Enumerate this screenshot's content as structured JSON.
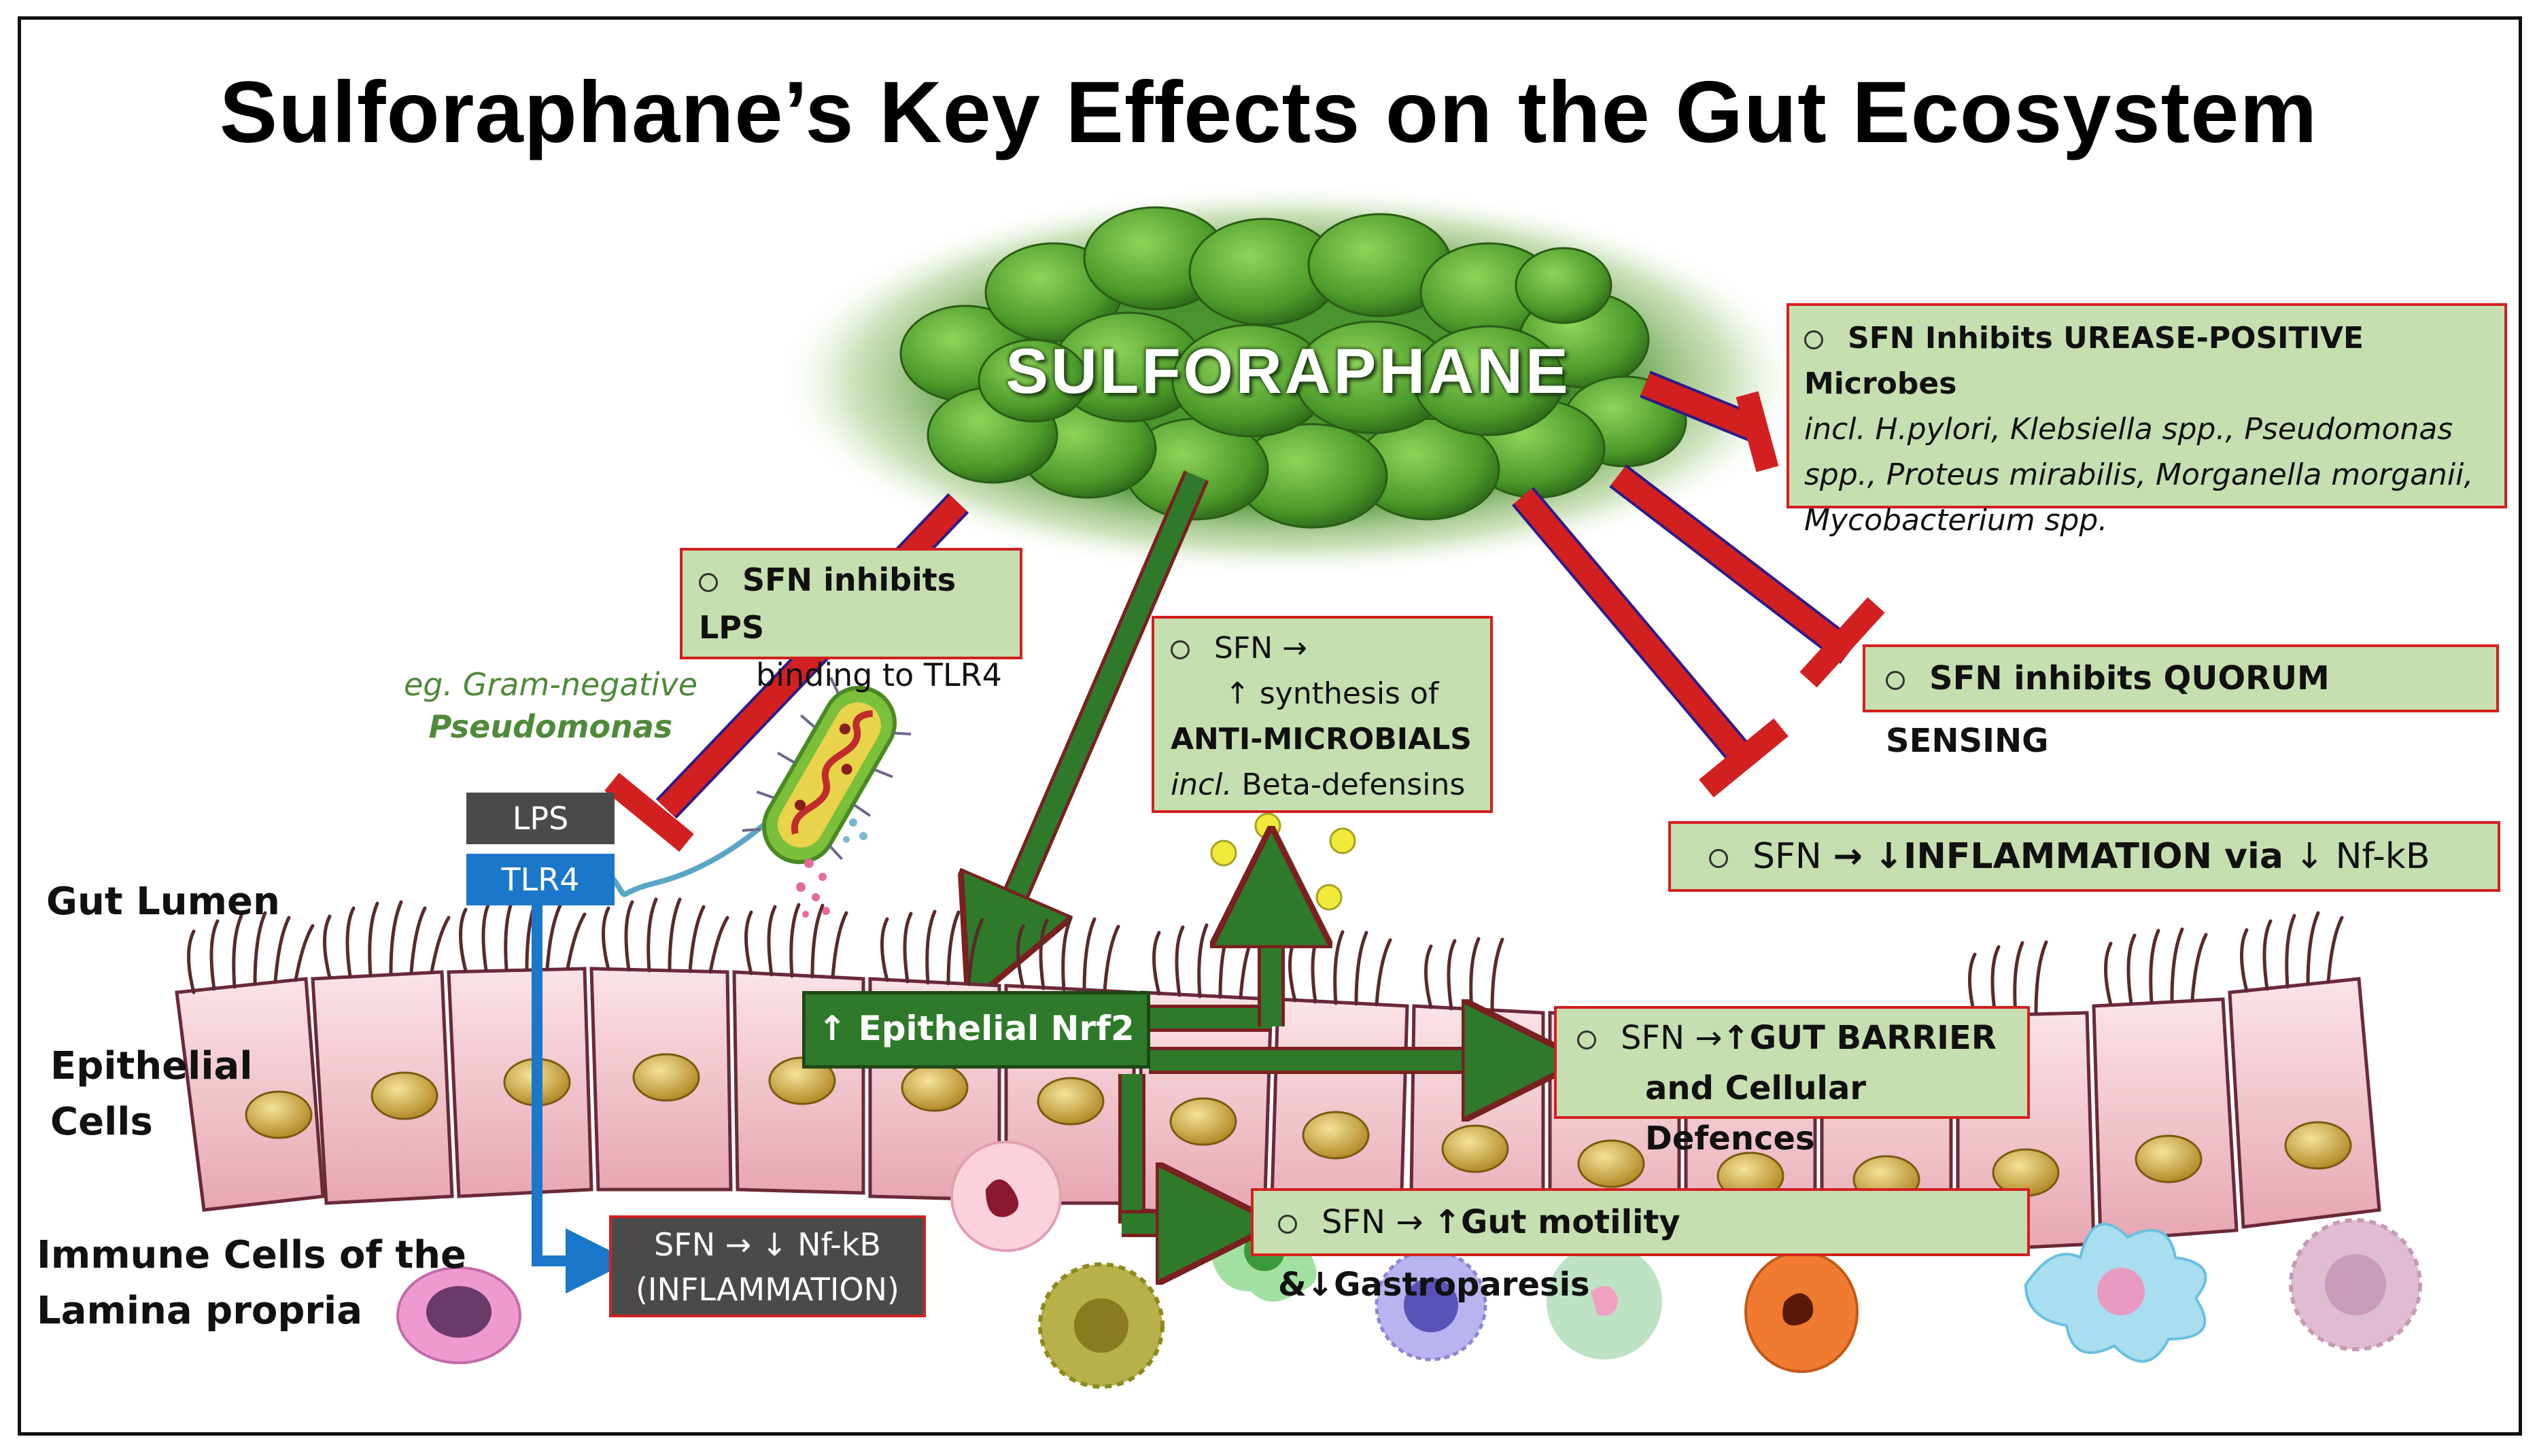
{
  "title": "Sulforaphane’s Key Effects on the Gut Ecosystem",
  "hub_label": "SULFORAPHANE",
  "colors": {
    "inhibit_arrow": "#d22020",
    "promote_arrow": "#2f7a2a",
    "box_fill": "#c6dfb0",
    "box_border": "#d22020",
    "tlr4_blue": "#1b77c9",
    "lps_gray": "#4a4a4a",
    "cell_pink": "#f3c8cf",
    "nucleus_gold": "#d9b24a"
  },
  "effects": {
    "urease": {
      "heading": "SFN Inhibits UREASE-POSITIVE Microbes",
      "lines": [
        "incl. H.pylori, Klebsiella spp., Pseudomonas",
        "spp., Proteus mirabilis, Morganella morganii,",
        "Mycobacterium spp."
      ]
    },
    "quorum": "SFN inhibits QUORUM SENSING",
    "inflammation": {
      "prefix": "SFN",
      "main": "↓INFLAMMATION via",
      "suffix": "↓ Nf-kB"
    },
    "lps": {
      "line1": "SFN inhibits LPS",
      "line2": "binding to TLR4"
    },
    "antimicrobial": {
      "line1": "SFN →",
      "line2": "↑ synthesis of",
      "line3": "ANTI-MICROBIALS",
      "line4_italic": "incl.",
      "line4_rest": "Beta-defensins"
    },
    "gut_barrier": {
      "line1_prefix": "SFN →",
      "line1_bold": "↑GUT BARRIER",
      "line2": "and Cellular Defences"
    },
    "motility": {
      "prefix": "SFN →",
      "bold": "↑Gut motility &↓Gastroparesis"
    },
    "nfkb_immune": {
      "line1": "SFN → ↓ Nf-kB",
      "line2": "(INFLAMMATION)"
    }
  },
  "bacteria_label": {
    "line1": "eg. Gram-negative",
    "line2": "Pseudomonas"
  },
  "receptors": {
    "lps": "LPS",
    "tlr4": "TLR4"
  },
  "nrf2_label": "↑ Epithelial Nrf2",
  "region_labels": {
    "lumen": "Gut Lumen",
    "epithelial": [
      "Epithelial",
      "Cells"
    ],
    "immune": [
      "Immune Cells of the",
      "Lamina propria"
    ]
  },
  "icons": [
    "inhibition-arrow-icon",
    "activation-arrow-icon",
    "bacterium-icon",
    "immune-cell-icon",
    "epithelial-cell-icon"
  ]
}
